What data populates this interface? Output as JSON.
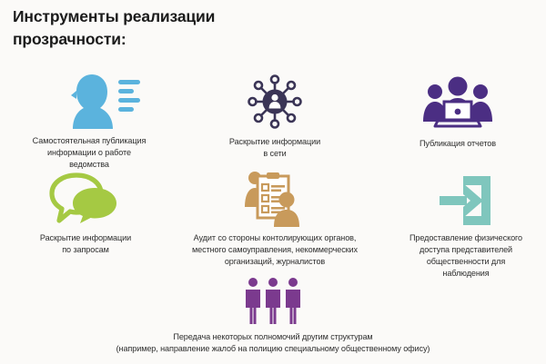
{
  "slide": {
    "title": "Инструменты реализации\nпрозрачности:",
    "background_color": "#fbfaf8",
    "text_color": "#2e2e2e"
  },
  "items": [
    {
      "id": "self-publication",
      "icon": "person-with-text-lines-icon",
      "color": "#5bb3dd",
      "caption": "Самостоятельная публикация\nинформации о работе\nведомства"
    },
    {
      "id": "network-disclosure",
      "icon": "network-hub-person-icon",
      "color": "#3b3556",
      "caption": "Раскрытие информации\nв сети"
    },
    {
      "id": "report-publication",
      "icon": "group-with-laptop-icon",
      "color": "#4b2e83",
      "caption": "Публикация отчетов"
    },
    {
      "id": "request-disclosure",
      "icon": "speech-bubbles-icon",
      "color": "#a5c943",
      "caption": "Раскрытие информации\nпо запросам"
    },
    {
      "id": "external-audit",
      "icon": "clipboard-checklist-people-icon",
      "color": "#c89a5b",
      "caption": "Аудит со стороны контолирующих органов,\nместного самоуправления, некоммерческих\nорганизаций, журналистов"
    },
    {
      "id": "physical-access",
      "icon": "arrow-into-door-icon",
      "color": "#7fc6bd",
      "caption": "Предоставление физического\nдоступа  представителей\nобщественности для\nнаблюдения"
    },
    {
      "id": "delegation",
      "icon": "three-people-icon",
      "color": "#7b3a8e",
      "caption": "Передача некоторых полномочий другим структурам\n(например, направление жалоб на полицию специальному общественному офису)"
    }
  ]
}
